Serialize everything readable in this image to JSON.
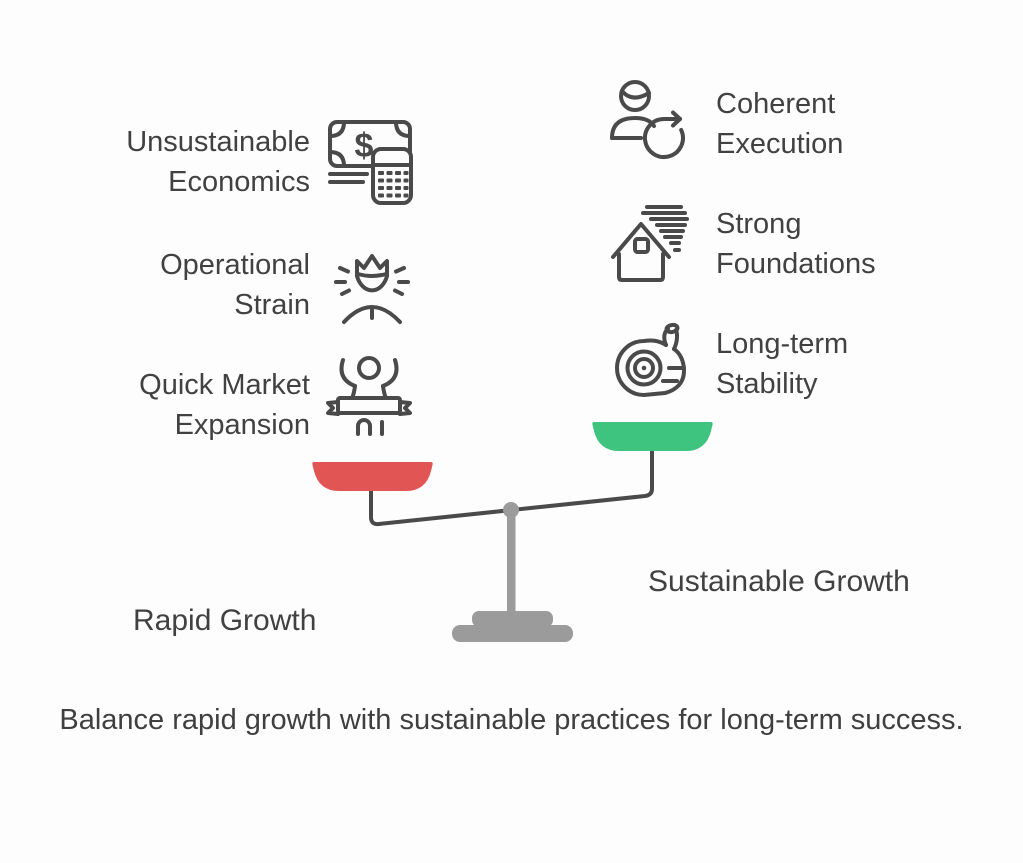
{
  "caption": "Balance rapid growth with sustainable practices for long-term success.",
  "scale": {
    "left_label": "Rapid Growth",
    "right_label": "Sustainable Growth",
    "left_pan_color": "#e15654",
    "right_pan_color": "#3ec47e",
    "stand_color": "#9b9b9b",
    "beam_color": "#4a4a4a"
  },
  "left_items": [
    {
      "label": "Unsustainable\nEconomics",
      "icon": "money-calculator-icon"
    },
    {
      "label": "Operational\nStrain",
      "icon": "stressed-person-icon"
    },
    {
      "label": "Quick Market\nExpansion",
      "icon": "winner-finish-line-icon"
    }
  ],
  "right_items": [
    {
      "label": "Coherent\nExecution",
      "icon": "person-sync-icon"
    },
    {
      "label": "Strong\nFoundations",
      "icon": "house-wind-icon"
    },
    {
      "label": "Long-term\nStability",
      "icon": "tape-measure-icon"
    }
  ]
}
